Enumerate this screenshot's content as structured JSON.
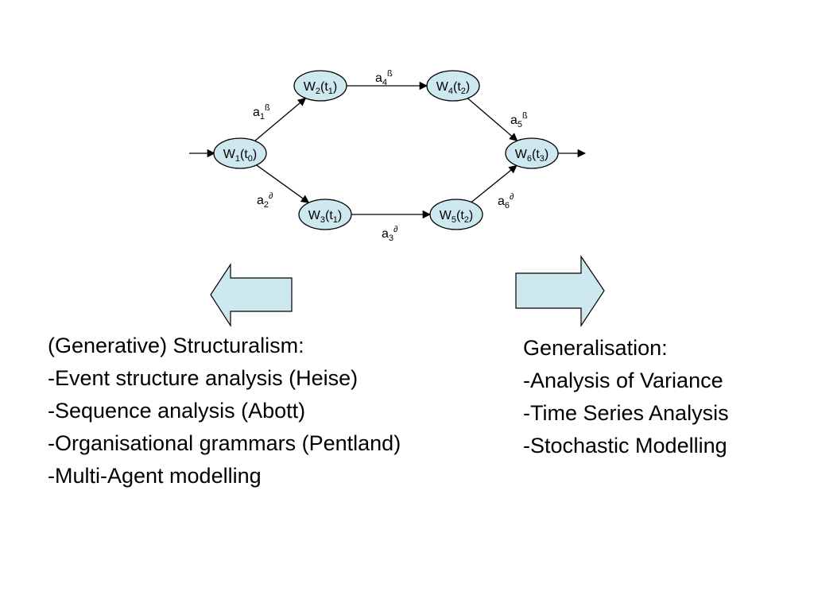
{
  "diagram": {
    "nodes": [
      {
        "id": "w1",
        "main": "W",
        "sub": "1",
        "time": "t",
        "time_sub": "0"
      },
      {
        "id": "w2",
        "main": "W",
        "sub": "2",
        "time": "t",
        "time_sub": "1"
      },
      {
        "id": "w3",
        "main": "W",
        "sub": "3",
        "time": "t",
        "time_sub": "1"
      },
      {
        "id": "w4",
        "main": "W",
        "sub": "4",
        "time": "t",
        "time_sub": "2"
      },
      {
        "id": "w5",
        "main": "W",
        "sub": "5",
        "time": "t",
        "time_sub": "2"
      },
      {
        "id": "w6",
        "main": "W",
        "sub": "6",
        "time": "t",
        "time_sub": "3"
      }
    ],
    "edges": [
      {
        "from": "w1",
        "to": "w2",
        "label": "a",
        "label_sub": "1",
        "label_sup": "ß"
      },
      {
        "from": "w1",
        "to": "w3",
        "label": "a",
        "label_sub": "2",
        "label_sup": "∂"
      },
      {
        "from": "w3",
        "to": "w5",
        "label": "a",
        "label_sub": "3",
        "label_sup": "∂"
      },
      {
        "from": "w2",
        "to": "w4",
        "label": "a",
        "label_sub": "4",
        "label_sup": "ß"
      },
      {
        "from": "w4",
        "to": "w6",
        "label": "a",
        "label_sub": "5",
        "label_sup": "ß"
      },
      {
        "from": "w5",
        "to": "w6",
        "label": "a",
        "label_sub": "6",
        "label_sup": "∂"
      }
    ]
  },
  "left_block": {
    "lines": [
      "(Generative) Structuralism:",
      "-Event structure analysis (Heise)",
      "-Sequence analysis (Abott)",
      "-Organisational grammars (Pentland)",
      "-Multi-Agent modelling"
    ]
  },
  "right_block": {
    "lines": [
      "Generalisation:",
      "-Analysis of Variance",
      "-Time Series Analysis",
      "-Stochastic Modelling"
    ]
  },
  "colors": {
    "node_fill": "#cde8ee",
    "arrow_fill": "#cde8ee",
    "stroke": "#000000"
  }
}
